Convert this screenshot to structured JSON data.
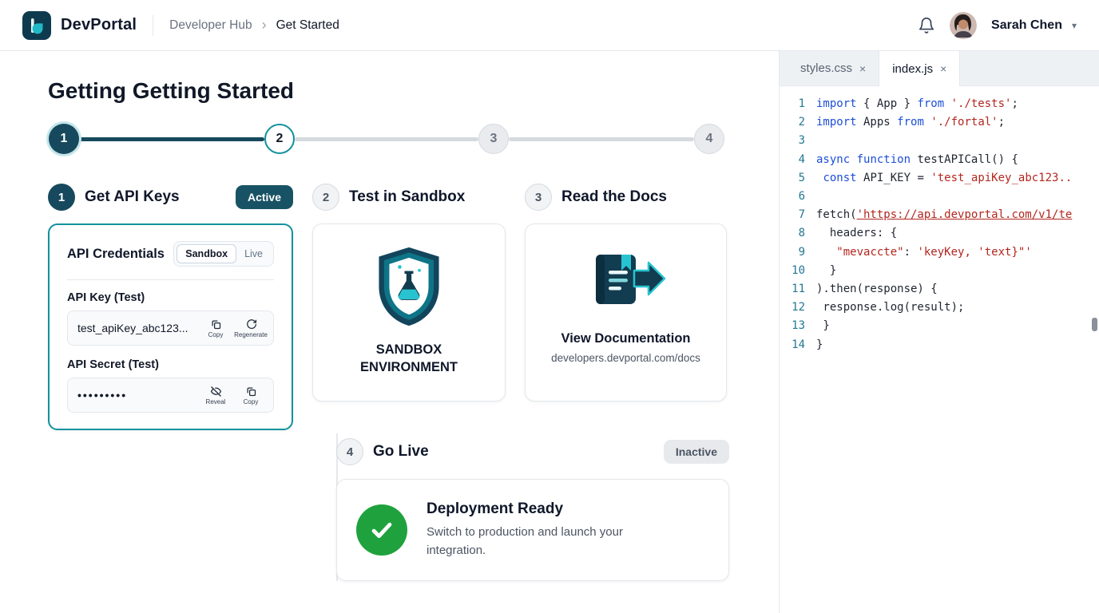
{
  "header": {
    "brand": "DevPortal",
    "breadcrumb_section": "Developer Hub",
    "breadcrumb_sep": "›",
    "breadcrumb_page": "Get Started",
    "user_name": "Sarah Chen",
    "chevron": "▾"
  },
  "page": {
    "title": "Getting Getting Started",
    "stepper": {
      "s1": "1",
      "s2": "2",
      "s3": "3",
      "s4": "4"
    }
  },
  "step1": {
    "number": "1",
    "title": "Get API Keys",
    "badge": "Active",
    "card": {
      "title": "API Credentials",
      "toggle_sandbox": "Sandbox",
      "toggle_live": "Live",
      "key_label": "API Key (Test)",
      "key_value": "test_apiKey_abc123...",
      "copy_label": "Copy",
      "regenerate_label": "Regenerate",
      "secret_label": "API Secret (Test)",
      "secret_value": "•••••••••",
      "reveal_label": "Reveal",
      "copy2_label": "Copy"
    }
  },
  "step2": {
    "number": "2",
    "title": "Test in Sandbox",
    "card_title": "SANDBOX\nENVIRONMENT"
  },
  "step3": {
    "number": "3",
    "title": "Read the Docs",
    "card_title": "View Documentation",
    "card_subtitle": "developers.devportal.com/docs"
  },
  "step4": {
    "number": "4",
    "title": "Go Live",
    "badge": "Inactive",
    "card_title": "Deployment Ready",
    "card_text": "Switch to production and launch your integration."
  },
  "editor": {
    "tabs": [
      {
        "label": "styles.css",
        "close": "×"
      },
      {
        "label": "index.js",
        "close": "×"
      }
    ],
    "lines": [
      {
        "n": "1",
        "tokens": [
          [
            "kw",
            "import"
          ],
          [
            "pl",
            " { App } "
          ],
          [
            "kw",
            "from"
          ],
          [
            "pl",
            " "
          ],
          [
            "str",
            "'./tests'"
          ],
          [
            "pl",
            ";"
          ]
        ]
      },
      {
        "n": "2",
        "tokens": [
          [
            "kw",
            "import"
          ],
          [
            "pl",
            " Apps "
          ],
          [
            "kw",
            "from"
          ],
          [
            "pl",
            " "
          ],
          [
            "str",
            "'./fortal'"
          ],
          [
            "pl",
            ";"
          ]
        ]
      },
      {
        "n": "3",
        "tokens": []
      },
      {
        "n": "4",
        "tokens": [
          [
            "kw",
            "async"
          ],
          [
            "pl",
            " "
          ],
          [
            "kw",
            "function"
          ],
          [
            "pl",
            " testAPICall() {"
          ]
        ]
      },
      {
        "n": "5",
        "tokens": [
          [
            "pl",
            " "
          ],
          [
            "kw",
            "const"
          ],
          [
            "pl",
            " API_KEY = "
          ],
          [
            "str",
            "'test_apiKey_abc123.."
          ]
        ]
      },
      {
        "n": "6",
        "tokens": []
      },
      {
        "n": "7",
        "tokens": [
          [
            "pl",
            "fetch("
          ],
          [
            "link",
            "'https://api.devportal.com/v1/te"
          ]
        ]
      },
      {
        "n": "8",
        "tokens": [
          [
            "pl",
            "  headers: {"
          ]
        ]
      },
      {
        "n": "9",
        "tokens": [
          [
            "pl",
            "   "
          ],
          [
            "str",
            "\"mevaccte\""
          ],
          [
            "pl",
            ": "
          ],
          [
            "str",
            "'keyKey, 'text}\"'"
          ]
        ]
      },
      {
        "n": "10",
        "tokens": [
          [
            "pl",
            "  }"
          ]
        ]
      },
      {
        "n": "11",
        "tokens": [
          [
            "pl",
            ").then(response) {"
          ]
        ]
      },
      {
        "n": "12",
        "tokens": [
          [
            "pl",
            " response.log(result);"
          ]
        ]
      },
      {
        "n": "13",
        "tokens": [
          [
            "pl",
            " }"
          ]
        ]
      },
      {
        "n": "14",
        "tokens": [
          [
            "pl",
            "}"
          ]
        ]
      }
    ]
  }
}
